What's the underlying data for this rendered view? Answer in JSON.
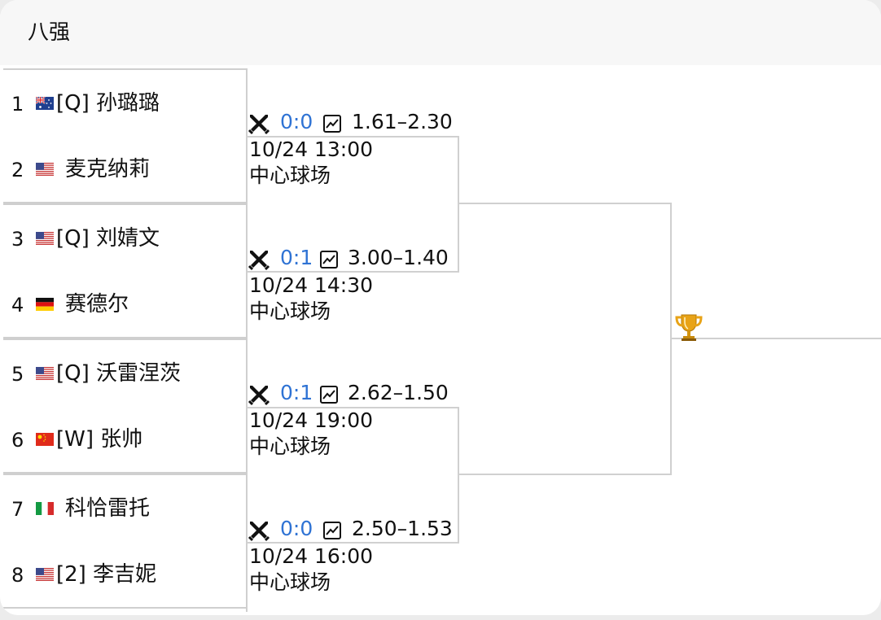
{
  "header": {
    "title": "八强"
  },
  "players": [
    {
      "seed": "1",
      "flag": "au",
      "name": "[Q] 孙璐璐"
    },
    {
      "seed": "2",
      "flag": "us",
      "name": "麦克纳莉"
    },
    {
      "seed": "3",
      "flag": "us",
      "name": "[Q] 刘婧文"
    },
    {
      "seed": "4",
      "flag": "de",
      "name": "赛德尔"
    },
    {
      "seed": "5",
      "flag": "us",
      "name": "[Q] 沃雷涅茨"
    },
    {
      "seed": "6",
      "flag": "cn",
      "name": "[W] 张帅"
    },
    {
      "seed": "7",
      "flag": "it",
      "name": "科恰雷托"
    },
    {
      "seed": "8",
      "flag": "us",
      "name": "[2] 李吉妮"
    }
  ],
  "matches": [
    {
      "score": "0:0",
      "odds": "1.61–2.30",
      "time": "10/24 13:00",
      "venue": "中心球场"
    },
    {
      "score": "0:1",
      "odds": "3.00–1.40",
      "time": "10/24 14:30",
      "venue": "中心球场"
    },
    {
      "score": "0:1",
      "odds": "2.62–1.50",
      "time": "10/24 19:00",
      "venue": "中心球场"
    },
    {
      "score": "0:0",
      "odds": "2.50–1.53",
      "time": "10/24 16:00",
      "venue": "中心球场"
    }
  ],
  "icons": {
    "match": "crossed-swords-icon",
    "odds": "line-chart-icon",
    "final": "trophy-icon"
  },
  "colors": {
    "score": "#2f73d4",
    "line": "#d0d0d0",
    "header_bg": "#f7f7f7"
  }
}
